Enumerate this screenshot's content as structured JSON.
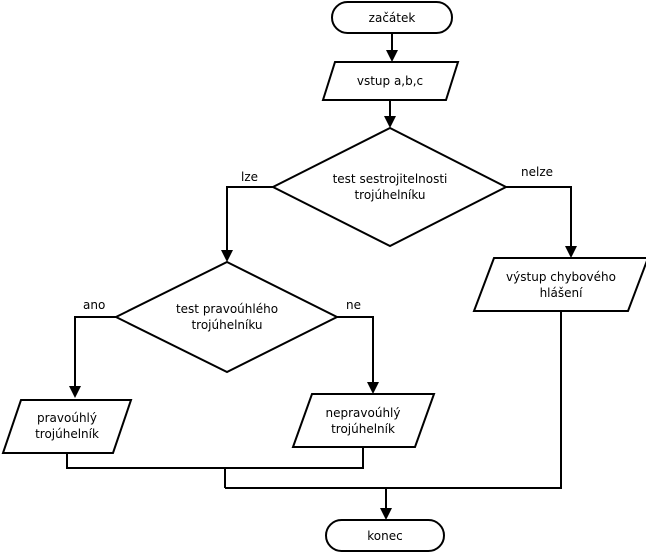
{
  "nodes": {
    "start": "začátek",
    "input": "vstup a,b,c",
    "decision_constructible": [
      "test sestrojitelnosti",
      "trojúhelníku"
    ],
    "decision_right": [
      "test pravoúhlého",
      "trojúhelníku"
    ],
    "output_right": [
      "pravoúhlý",
      "trojúhelník"
    ],
    "output_not_right": [
      "nepravoúhlý",
      "trojúhelník"
    ],
    "output_error": [
      "výstup chybového",
      "hlášení"
    ],
    "end": "konec"
  },
  "edges": {
    "can": "lze",
    "cannot": "nelze",
    "yes": "ano",
    "no": "ne"
  }
}
